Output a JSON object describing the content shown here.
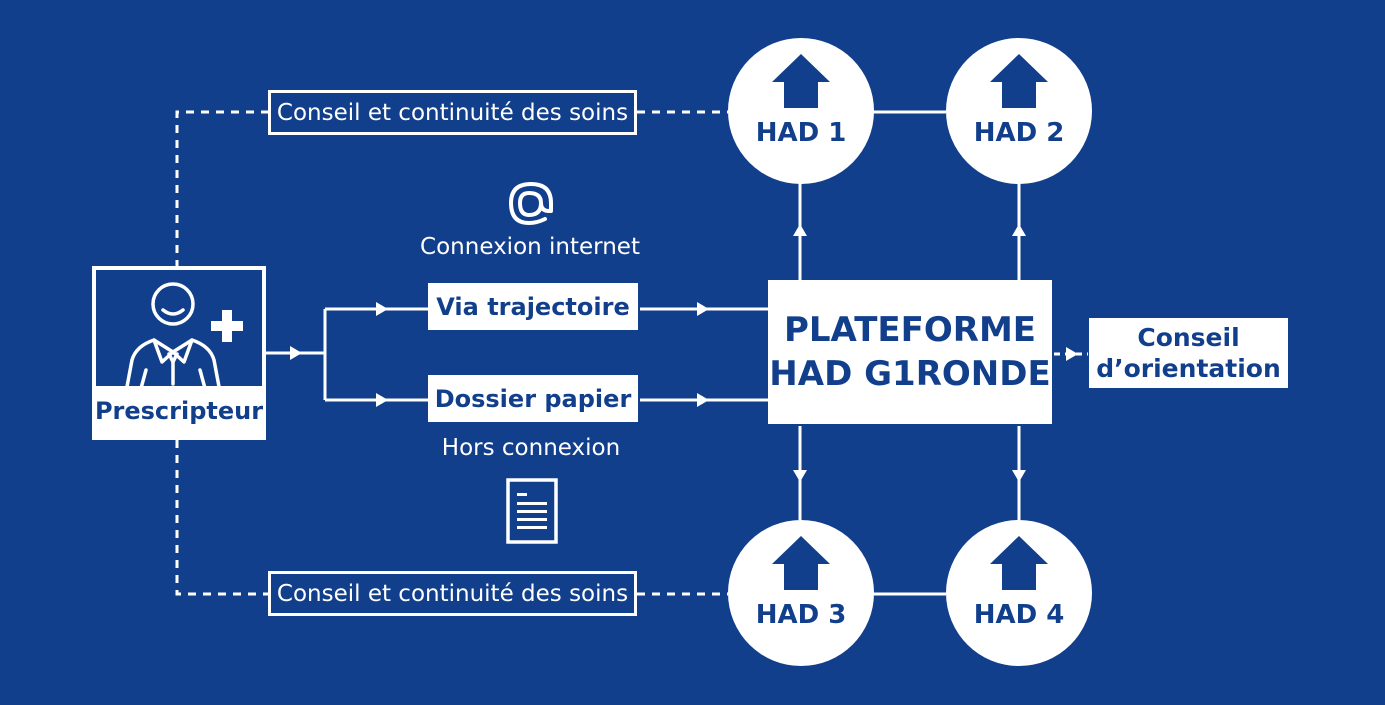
{
  "colors": {
    "background": "#123f8c",
    "foreground": "#ffffff"
  },
  "prescripteur": {
    "label": "Prescripteur",
    "icon": "doctor-person-icon"
  },
  "top_link": {
    "label": "Conseil et continuité des soins"
  },
  "bottom_link": {
    "label": "Conseil et continuité des soins"
  },
  "internet": {
    "caption": "Connexion internet",
    "icon": "at-sign-icon",
    "channel_label": "Via trajectoire"
  },
  "paper": {
    "caption": "Hors connexion",
    "icon": "document-icon",
    "channel_label": "Dossier papier"
  },
  "platform": {
    "line1": "PLATEFORME",
    "line2": "HAD G1RONDE"
  },
  "orientation": {
    "line1": "Conseil",
    "line2": "d’orientation"
  },
  "had_units": [
    {
      "label": "HAD 1",
      "icon": "house-icon"
    },
    {
      "label": "HAD 2",
      "icon": "house-icon"
    },
    {
      "label": "HAD 3",
      "icon": "house-icon"
    },
    {
      "label": "HAD 4",
      "icon": "house-icon"
    }
  ]
}
